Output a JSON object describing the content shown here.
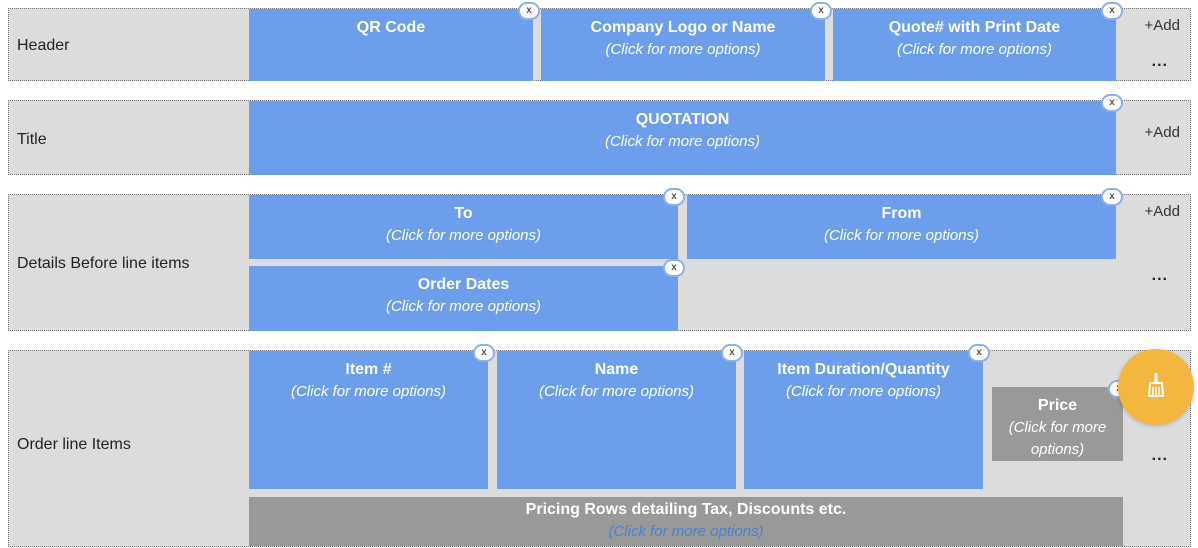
{
  "sections": {
    "header": {
      "label": "Header",
      "add": "+Add",
      "more": "...",
      "blocks": [
        {
          "title": "QR Code",
          "sub": ""
        },
        {
          "title": "Company Logo or Name",
          "sub": "(Click for more options)"
        },
        {
          "title": "Quote# with Print Date",
          "sub": "(Click for more options)"
        }
      ]
    },
    "title": {
      "label": "Title",
      "add": "+Add",
      "blocks": [
        {
          "title": "QUOTATION",
          "sub": "(Click for more options)"
        }
      ]
    },
    "details": {
      "label": "Details Before line items",
      "add": "+Add",
      "more": "...",
      "blocks": [
        {
          "title": "To",
          "sub": "(Click for more options)"
        },
        {
          "title": "From",
          "sub": "(Click for more options)"
        },
        {
          "title": "Order Dates",
          "sub": "(Click for more options)"
        }
      ]
    },
    "order": {
      "label": "Order line Items",
      "more": "...",
      "blocks": [
        {
          "title": "Item #",
          "sub": "(Click for more options)"
        },
        {
          "title": "Name",
          "sub": "(Click for more options)"
        },
        {
          "title": "Item Duration/Quantity",
          "sub": "(Click for more options)"
        },
        {
          "title": "Price",
          "sub": "(Click for more options)"
        }
      ],
      "pricing": {
        "title": "Pricing Rows detailing Tax, Discounts etc.",
        "sub": "(Click for more options)"
      }
    }
  },
  "close_label": "x",
  "fab_icon": "broom-icon",
  "colors": {
    "block": "#6d9eeb",
    "gray_block": "#999999",
    "fab": "#f4b63f",
    "section_bg": "#dcdcdc"
  }
}
